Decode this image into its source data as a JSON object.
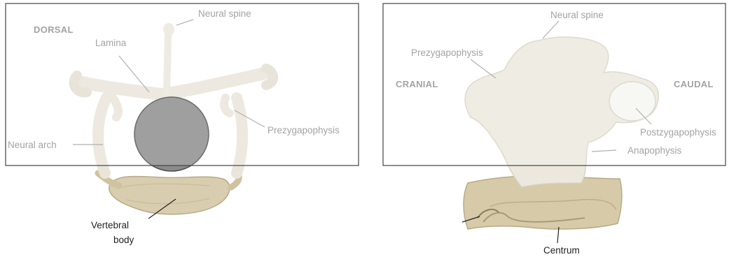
{
  "left_panel": {
    "orientation": "DORSAL",
    "labels": {
      "neural_spine": "Neural spine",
      "lamina": "Lamina",
      "prezygapophysis": "Prezygapophysis",
      "neural_arch": "Neural arch",
      "vertebral_body_line1": "Vertebral",
      "vertebral_body_line2": "body"
    }
  },
  "right_panel": {
    "orientation_left": "CRANIAL",
    "orientation_right": "CAUDAL",
    "labels": {
      "neural_spine": "Neural spine",
      "prezygapophysis": "Prezygapophysis",
      "postzygapophysis": "Postzygapophysis",
      "anapophysis": "Anapophysis",
      "centrum": "Centrum"
    }
  },
  "colors": {
    "frame": "#444444",
    "bone_light": "#ece8dd",
    "bone_body": "#d8cdb0",
    "bone_shadow": "#bfb291",
    "occluder": "#8a8a8a",
    "label_gray": "#a3a3a3",
    "label_dark": "#222222"
  }
}
